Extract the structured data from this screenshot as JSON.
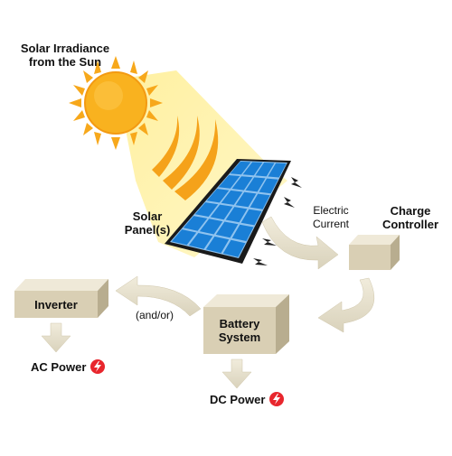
{
  "labels": {
    "sun": [
      "Solar Irradiance",
      "from the Sun"
    ],
    "panel": [
      "Solar",
      "Panel(s)"
    ],
    "current": [
      "Electric",
      "Current"
    ],
    "controller": [
      "Charge",
      "Controller"
    ],
    "inverter": "Inverter",
    "battery": [
      "Battery",
      "System"
    ],
    "andor": "(and/or)",
    "ac_power": "AC Power",
    "dc_power": "DC Power"
  },
  "colors": {
    "sun": "#f7a81b",
    "light_beam": "#fff3a6",
    "panel_cell": "#1a7fd6",
    "box_face": "#dcd2b8",
    "arrow": "#e6e0cc",
    "power_icon": "#e8262d"
  },
  "icons": {
    "power": "lightning-bolt-icon"
  }
}
